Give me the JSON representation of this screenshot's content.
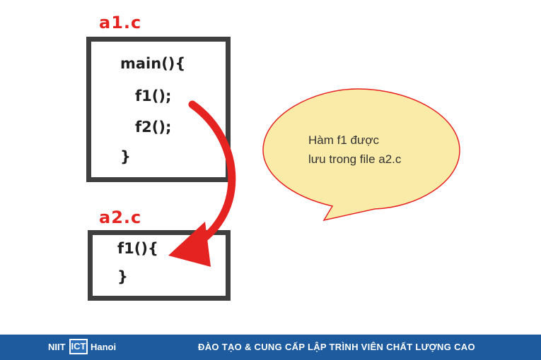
{
  "file1": {
    "name": "a1.c",
    "code": [
      "main(){",
      "f1();",
      "f2();",
      "}"
    ]
  },
  "file2": {
    "name": "a2.c",
    "code": [
      "f1(){",
      "}"
    ]
  },
  "bubble": {
    "line1": "Hàm f1 được",
    "line2": "lưu trong file a2.c"
  },
  "footer": {
    "logo_niit": "NIIT",
    "logo_badge": "ICT",
    "logo_city": "Hanoi",
    "tagline": "ĐÀO TẠO & CUNG CẤP LẬP TRÌNH VIÊN CHẤT LƯỢNG CAO"
  },
  "colors": {
    "accent_red": "#e52421",
    "box_border": "#3f3f3f",
    "bubble_fill": "#fbeba8",
    "bubble_border": "#e52421",
    "footer_bg": "#1d5a9e"
  }
}
